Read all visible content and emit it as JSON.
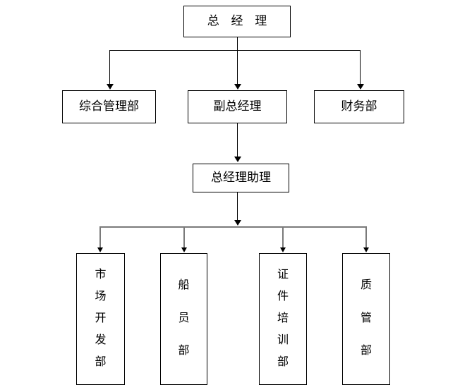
{
  "diagram": {
    "type": "organization-chart",
    "title_text": "",
    "colors": {
      "box_border": "#000000",
      "box_fill": "#ffffff",
      "connector": "#000000",
      "bus_connector": "#7a7a7a",
      "text": "#000000",
      "background": "#ffffff"
    },
    "levels": [
      {
        "level": 1,
        "nodes": [
          {
            "id": "gm",
            "label": "总 经 理",
            "orientation": "horizontal"
          }
        ]
      },
      {
        "level": 2,
        "nodes": [
          {
            "id": "admin",
            "label": "综合管理部",
            "orientation": "horizontal"
          },
          {
            "id": "deputy-gm",
            "label": "副总经理",
            "orientation": "horizontal"
          },
          {
            "id": "finance",
            "label": "财务部",
            "orientation": "horizontal"
          }
        ]
      },
      {
        "level": 3,
        "nodes": [
          {
            "id": "gm-assistant",
            "label": "总经理助理",
            "orientation": "horizontal"
          }
        ]
      },
      {
        "level": 4,
        "nodes": [
          {
            "id": "market",
            "label": "市场开发部",
            "orientation": "vertical",
            "chars": [
              "市",
              "场",
              "开",
              "发",
              "部"
            ]
          },
          {
            "id": "crew",
            "label": "船员部",
            "orientation": "vertical",
            "chars": [
              "船",
              "员",
              "部"
            ]
          },
          {
            "id": "cert-training",
            "label": "证件培训部",
            "orientation": "vertical",
            "chars": [
              "证",
              "件",
              "培",
              "训",
              "部"
            ]
          },
          {
            "id": "quality",
            "label": "质管部",
            "orientation": "vertical",
            "chars": [
              "质",
              "管",
              "部"
            ]
          }
        ]
      }
    ],
    "edges": [
      {
        "from": "gm",
        "to": "admin"
      },
      {
        "from": "gm",
        "to": "deputy-gm"
      },
      {
        "from": "gm",
        "to": "finance"
      },
      {
        "from": "deputy-gm",
        "to": "gm-assistant"
      },
      {
        "from": "gm-assistant",
        "to": "market"
      },
      {
        "from": "gm-assistant",
        "to": "crew"
      },
      {
        "from": "gm-assistant",
        "to": "cert-training"
      },
      {
        "from": "gm-assistant",
        "to": "quality"
      }
    ]
  }
}
